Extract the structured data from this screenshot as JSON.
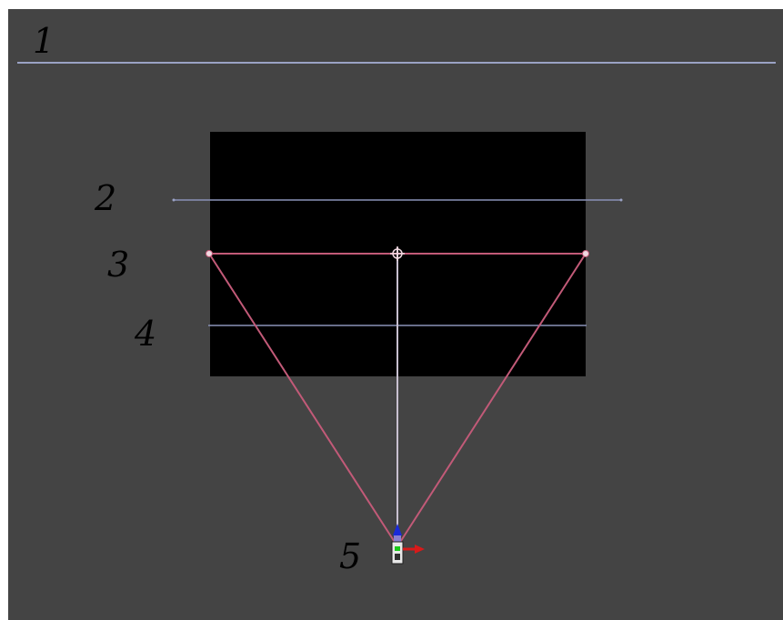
{
  "callouts": {
    "one": "1",
    "two": "2",
    "three": "3",
    "four": "4",
    "five": "5"
  },
  "colors": {
    "viewport_background": "#444444",
    "image_plane": "#000000",
    "guide_line": "#9aa2c4",
    "frustum_line": "#c25a78",
    "center_line": "#c8c0d0",
    "gizmo_y": "#1a2ad8",
    "gizmo_x": "#d81a1a",
    "gizmo_z": "#1ac81a"
  }
}
